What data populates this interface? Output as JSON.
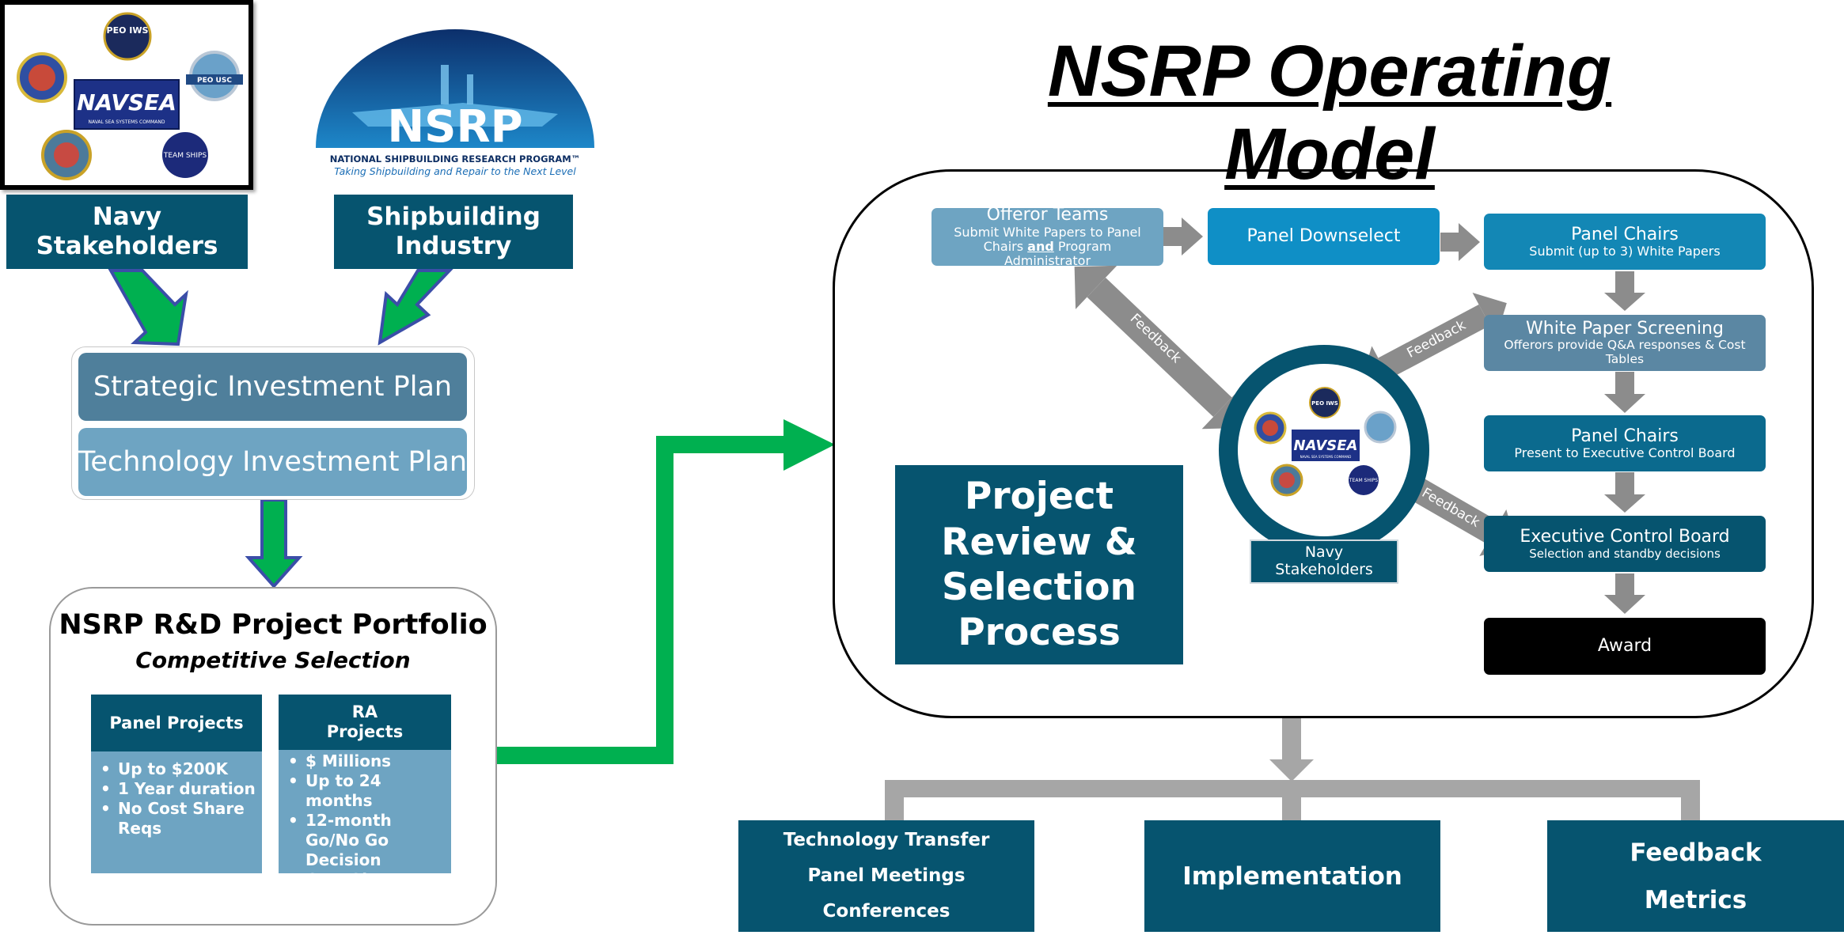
{
  "title": "NSRP Operating Model",
  "logos": {
    "stakeholder_seals": [
      "PEO IWS",
      "NAVSEA",
      "NAVAL SEA SYSTEMS COMMAND",
      "PEO USC",
      "TEAM SHIPS"
    ],
    "nsrp_logo": {
      "wordmark": "NSRP",
      "name": "NATIONAL SHIPBUILDING RESEARCH PROGRAM™",
      "tagline": "Taking Shipbuilding and Repair to the Next Level"
    }
  },
  "left": {
    "navy_stakeholders": "Navy\nStakeholders",
    "shipbuilding_industry": "Shipbuilding\nIndustry",
    "strategic_plan": "Strategic Investment Plan",
    "technology_plan": "Technology Investment Plan",
    "portfolio": {
      "title": "NSRP R&D Project Portfolio",
      "subtitle": "Competitive Selection",
      "panel_projects": {
        "header": "Panel Projects",
        "bullets": [
          "Up to $200K",
          "1 Year duration",
          "No Cost Share Reqs"
        ]
      },
      "ra_projects": {
        "header": "RA\nProjects",
        "bullets": [
          "$ Millions",
          "Up to 24 months",
          "12-month Go/No Go Decision",
          "Cost Share Reqs"
        ]
      }
    }
  },
  "process": {
    "label": "Project\nReview &\nSelection\nProcess",
    "offeror": {
      "title": "Offeror Teams",
      "sub_before": "Submit White Papers to Panel Chairs ",
      "sub_bold": "and",
      "sub_after": " Program Administrator"
    },
    "downselect": "Panel Downselect",
    "panel_chairs_submit": {
      "title": "Panel Chairs",
      "sub": "Submit (up to 3) White Papers"
    },
    "screening": {
      "title": "White Paper Screening",
      "sub": "Offerors provide Q&A responses & Cost Tables"
    },
    "panel_chairs_present": {
      "title": "Panel Chairs",
      "sub": "Present to Executive Control Board"
    },
    "ecb": {
      "title": "Executive Control Board",
      "sub": "Selection and standby decisions"
    },
    "award": "Award",
    "navy_stakeholders_label": "Navy\nStakeholders",
    "feedback_labels": [
      "Feedback",
      "Feedback",
      "Feedback"
    ]
  },
  "outcomes": {
    "transfer": [
      "Technology Transfer",
      "Panel Meetings",
      "Conferences"
    ],
    "implementation": "Implementation",
    "feedback_metrics": [
      "Feedback",
      "Metrics"
    ]
  },
  "colors": {
    "navy": "#06546f",
    "green_arrow": "#00b050",
    "light_blue": "#6ea4c2",
    "bright_blue": "#0f8fc6",
    "mid_blue": "#1387b5",
    "steel_blue": "#5b87a3",
    "teal": "#0b6a8e",
    "gray_arrow": "#909090",
    "outline": "#000000"
  }
}
